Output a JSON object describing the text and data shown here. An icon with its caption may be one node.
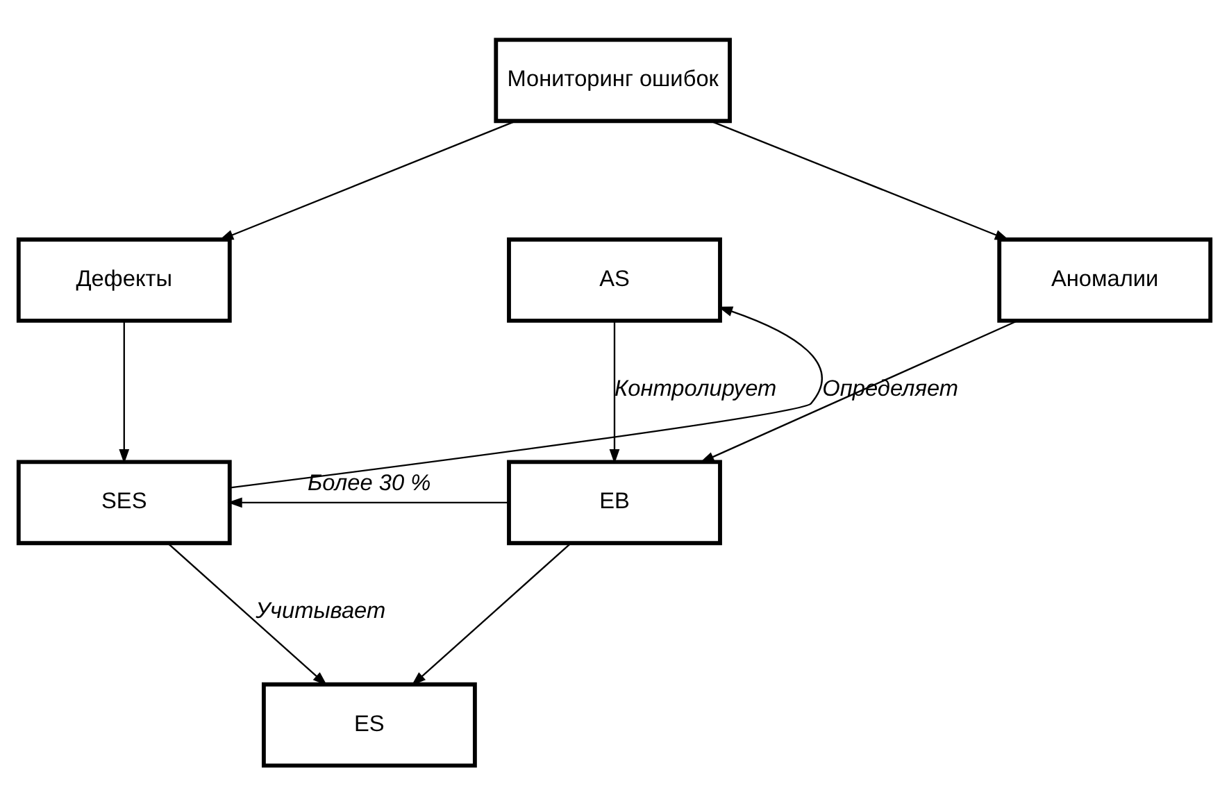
{
  "diagram": {
    "nodes": [
      {
        "text": [
          "Мониторинг ошибок"
        ]
      },
      {
        "text": [
          "Дефекты"
        ]
      },
      {
        "text": [
          "AS"
        ]
      },
      {
        "text": [
          "Аномалии"
        ]
      },
      {
        "text": [
          "SES"
        ]
      },
      {
        "text": [
          "EB"
        ]
      },
      {
        "text": [
          "ES"
        ]
      }
    ],
    "edges": [
      {
        "from": 0,
        "to": 1,
        "arrow": "to"
      },
      {
        "from": 0,
        "to": 3,
        "arrow": "to"
      },
      {
        "from": 1,
        "to": 4,
        "arrow": "to"
      },
      {
        "from": 4,
        "to": 2,
        "arrow": "to",
        "label": "Определяет"
      },
      {
        "from": 2,
        "to": 5,
        "arrow": "to",
        "label": "Контролирует"
      },
      {
        "from": 3,
        "to": 5,
        "arrow": "to"
      },
      {
        "from": 5,
        "to": 4,
        "arrow": "to",
        "label": "Более 30 %"
      },
      {
        "from": 5,
        "to": 6,
        "arrow": "to"
      },
      {
        "from": 4,
        "to": 6,
        "arrow": "to",
        "label": "Учитывает"
      }
    ]
  }
}
